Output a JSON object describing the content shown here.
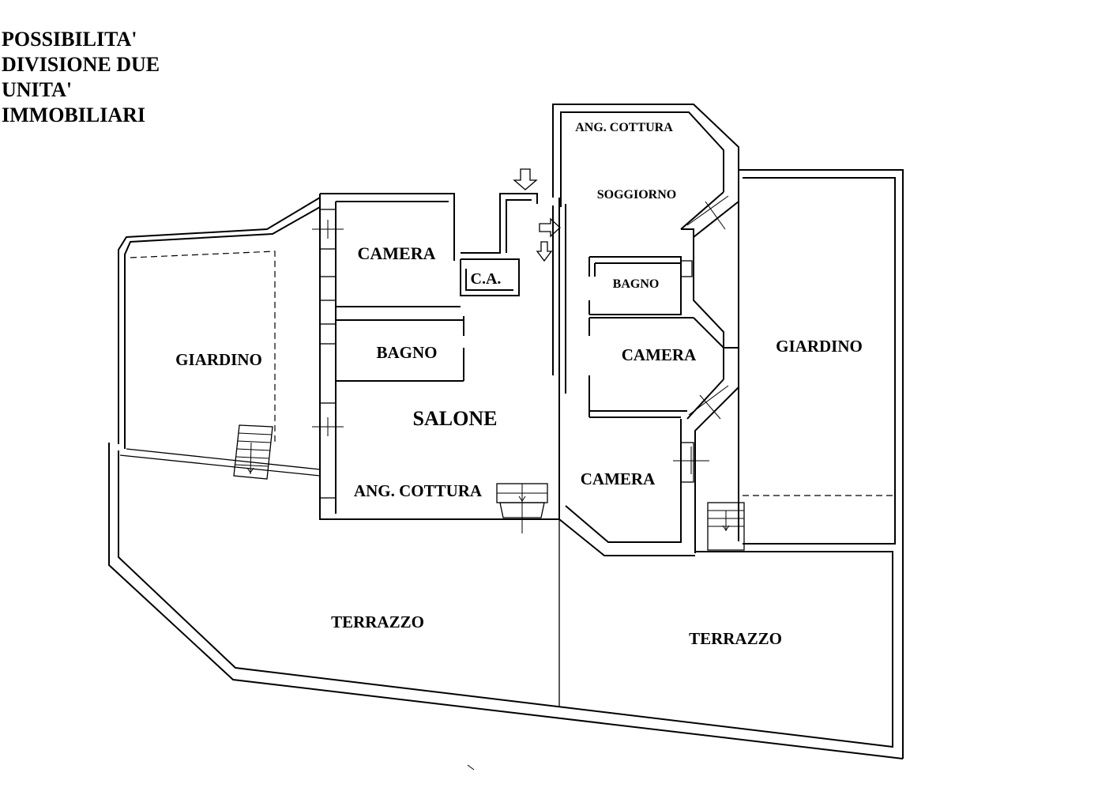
{
  "title": {
    "lines": [
      "POSSIBILITA'",
      "DIVISIONE DUE",
      "UNITA'",
      "IMMOBILIARI"
    ]
  },
  "rooms": {
    "left_unit": {
      "camera": "CAMERA",
      "ca": "C.A.",
      "bagno": "BAGNO",
      "salone": "SALONE",
      "ang_cottura": "ANG. COTTURA",
      "giardino": "GIARDINO",
      "terrazzo": "TERRAZZO"
    },
    "right_unit": {
      "ang_cottura": "ANG. COTTURA",
      "soggiorno": "SOGGIORNO",
      "bagno": "BAGNO",
      "camera_1": "CAMERA",
      "camera_2": "CAMERA",
      "giardino": "GIARDINO",
      "terrazzo": "TERRAZZO"
    }
  },
  "colors": {
    "line": "#000000",
    "background": "#ffffff"
  }
}
